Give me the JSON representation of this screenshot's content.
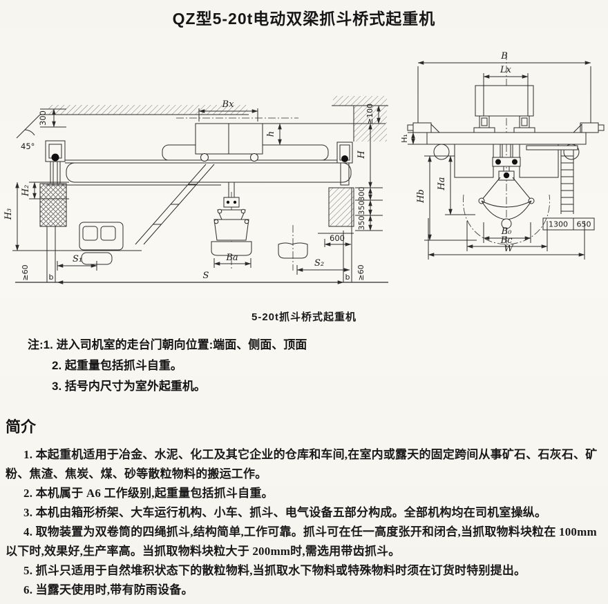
{
  "title": "QZ型5-20t电动双梁抓斗桥式起重机",
  "figure": {
    "caption": "5-20t抓斗桥式起重机",
    "front_view": {
      "ceiling_clearance": "300",
      "wall_angle": "45°",
      "trolley_base": "Bx",
      "trolley_height": "h",
      "top_clearance": "≥100",
      "lift_height": "H",
      "seg_300": "300",
      "seg_350a": "350",
      "seg_350b": "350",
      "h2": "H₂",
      "h3": "H₃",
      "dim_600": "600",
      "s1": "S₁",
      "span": "S",
      "s2": "S₂",
      "b_left": "b",
      "b_right": "b",
      "gap_left": "≥60",
      "gap_right": "≥60",
      "grab_width": "Ba"
    },
    "side_view": {
      "overall_width": "B",
      "trolley_gauge": "Lx",
      "h1": "H₁",
      "hb": "Hb",
      "ha": "Ha",
      "b0": "B₀",
      "bc": "Bc",
      "w": "W",
      "dim_1300": "1300",
      "dim_650": "650"
    }
  },
  "notes": {
    "prefix": "注:",
    "items": [
      "1. 进入司机室的走台门朝向位置:端面、侧面、顶面",
      "2. 起重量包括抓斗自重。",
      "3. 括号内尺寸为室外起重机。"
    ]
  },
  "intro": {
    "heading": "简介",
    "paragraphs": [
      "1. 本起重机适用于冶金、水泥、化工及其它企业的仓库和车间,在室内或露天的固定跨间从事矿石、石灰石、矿粉、焦渣、焦炭、煤、砂等散粒物料的搬运工作。",
      "2. 本机属于 A6 工作级别,起重量包括抓斗自重。",
      "3. 本机由箱形桥架、大车运行机构、小车、抓斗、电气设备五部分构成。全部机构均在司机室操纵。",
      "4. 取物装置为双卷筒的四绳抓斗,结构简单,工作可靠。抓斗可在任一高度张开和闭合,当抓取物料块粒在 100mm以下时,效果好,生产率高。当抓取物料块粒大于 200mm时,需选用带齿抓斗。",
      "5. 抓斗只适用于自然堆积状态下的散粒物料,当抓取水下物料或特殊物料时须在订货时特别提出。",
      "6. 当露天使用时,带有防雨设备。"
    ]
  },
  "colors": {
    "paper": "#f9f7f2",
    "ink": "#1c1c1c"
  }
}
